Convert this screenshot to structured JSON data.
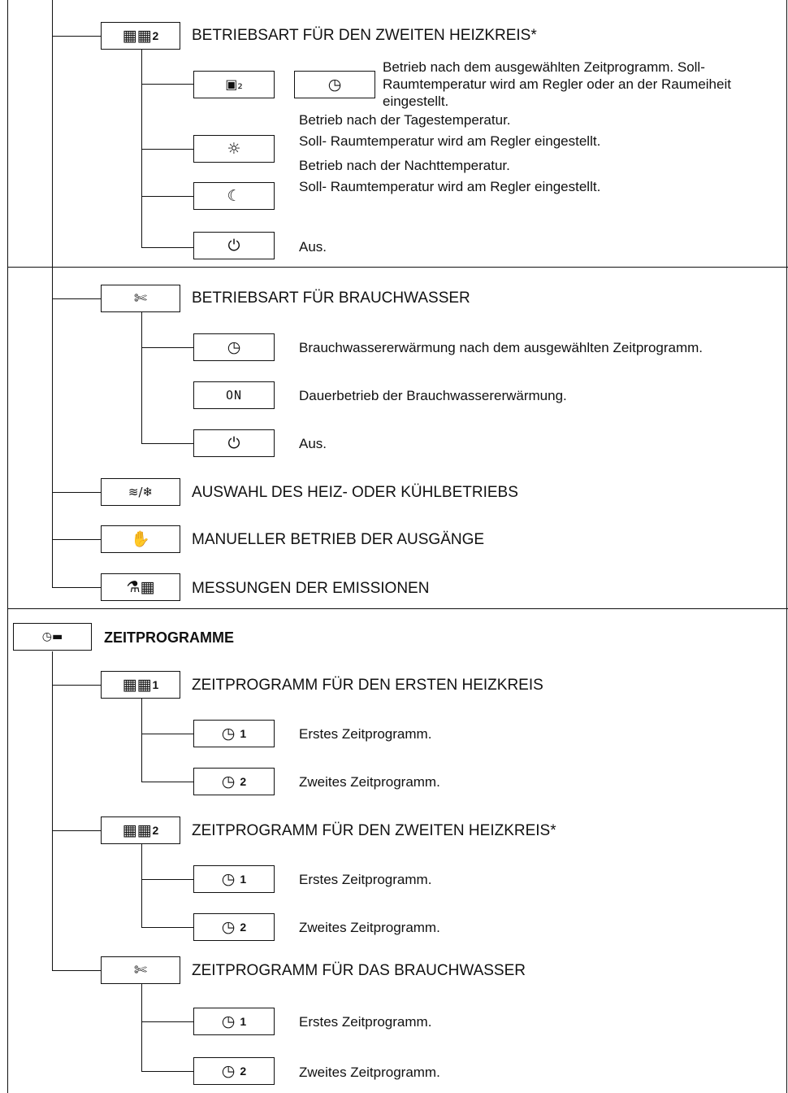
{
  "sections": {
    "betriebsart_hk2": {
      "title": "BETRIEBSART FÜR DEN ZWEITEN HEIZKREIS*",
      "icon": "radiator-2-icon",
      "items": [
        {
          "icon": "room-unit-icon",
          "icon2": "clock-icon",
          "desc_lines": [
            "Betrieb nach dem ausgewählten Zeitprogramm. Soll-",
            "Raumtemperatur wird am Regler oder an der Raumeiheit",
            "eingestellt."
          ]
        },
        {
          "icon": "sun-icon",
          "desc_lines": [
            "Betrieb nach der Tagestemperatur.",
            "Soll- Raumtemperatur wird am Regler eingestellt."
          ]
        },
        {
          "icon": "moon-icon",
          "desc_lines": [
            "Betrieb nach der Nachttemperatur.",
            "Soll- Raumtemperatur wird am Regler eingestellt."
          ]
        },
        {
          "icon": "power-icon",
          "desc_lines": [
            "Aus."
          ]
        }
      ]
    },
    "betriebsart_bw": {
      "title": "BETRIEBSART FÜR BRAUCHWASSER",
      "icon": "tap-icon",
      "items": [
        {
          "icon": "clock-icon",
          "desc": "Brauchwassererwärmung nach dem ausgewählten Zeitprogramm."
        },
        {
          "icon": "on-icon",
          "label": "ON",
          "desc": "Dauerbetrieb der Brauchwassererwärmung."
        },
        {
          "icon": "power-icon",
          "desc": "Aus."
        }
      ]
    },
    "heiz_kuehl": {
      "title": "AUSWAHL DES HEIZ- ODER KÜHLBETRIEBS",
      "icon": "heat-cool-icon"
    },
    "manuell": {
      "title": "MANUELLER BETRIEB DER AUSGÄNGE",
      "icon": "hand-icon"
    },
    "messungen": {
      "title": "MESSUNGEN DER EMISSIONEN",
      "icon": "chimney-sweep-icon"
    },
    "zeitprogramme": {
      "title": "ZEITPROGRAMME",
      "icon": "clock-program-icon",
      "groups": [
        {
          "title": "ZEITPROGRAMM FÜR DEN ERSTEN HEIZKREIS",
          "icon": "radiator-1-icon",
          "num": "1",
          "items": [
            {
              "num": "1",
              "desc": "Erstes Zeitprogramm."
            },
            {
              "num": "2",
              "desc": "Zweites Zeitprogramm."
            }
          ]
        },
        {
          "title": "ZEITPROGRAMM FÜR DEN ZWEITEN HEIZKREIS*",
          "icon": "radiator-2-icon",
          "num": "2",
          "items": [
            {
              "num": "1",
              "desc": "Erstes Zeitprogramm."
            },
            {
              "num": "2",
              "desc": "Zweites Zeitprogramm."
            }
          ]
        },
        {
          "title": "ZEITPROGRAMM FÜR DAS BRAUCHWASSER",
          "icon": "tap-icon",
          "items": [
            {
              "num": "1",
              "desc": "Erstes Zeitprogramm."
            },
            {
              "num": "2",
              "desc": "Zweites Zeitprogramm."
            }
          ]
        }
      ]
    }
  },
  "radiator_num": "2"
}
